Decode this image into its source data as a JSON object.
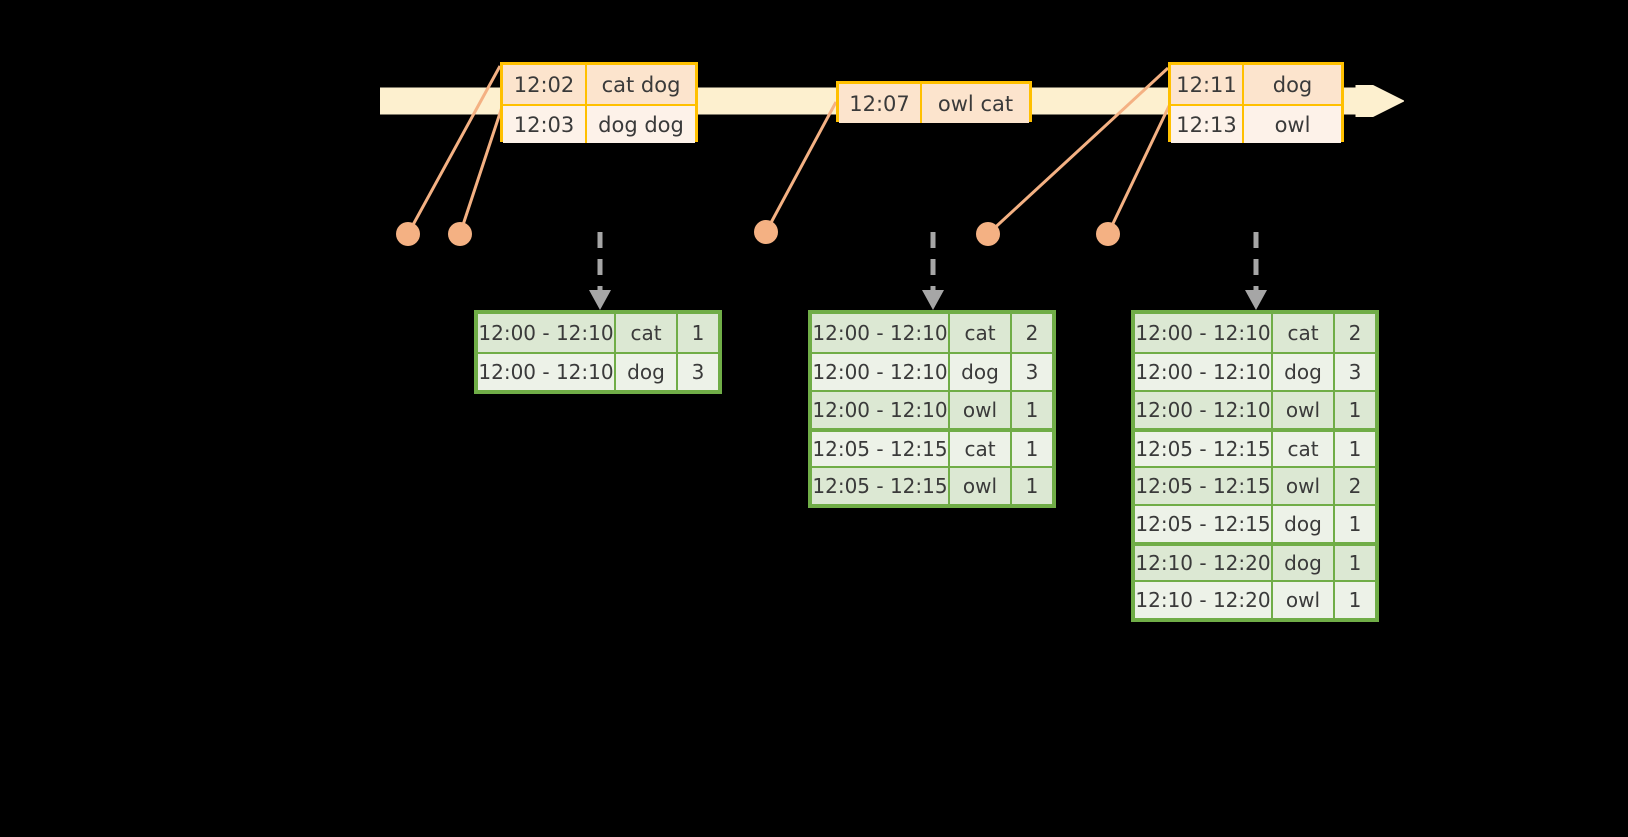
{
  "colors": {
    "background": "#000000",
    "timeline_fill": "#fdf0cf",
    "timeline_stroke": "#ffc000",
    "event_border": "#ffc000",
    "event_fill_dark": "#fce4cd",
    "event_fill_light": "#fdf2e9",
    "dot": "#f4b183",
    "connector_line": "#f4b183",
    "table_border": "#70ad47",
    "table_fill_dark": "#dce8d3",
    "table_fill_light": "#edf2e8",
    "dashed_arrow": "#a6a6a6",
    "text": "#3a3a3a"
  },
  "timeline": {
    "name": "event-stream-timeline",
    "direction_icon": "arrow-right-icon"
  },
  "events": [
    {
      "id": "event-box-1",
      "rows": [
        {
          "time": "12:02",
          "words": "cat dog"
        },
        {
          "time": "12:03",
          "words": "dog dog"
        }
      ]
    },
    {
      "id": "event-box-2",
      "rows": [
        {
          "time": "12:07",
          "words": "owl cat"
        }
      ]
    },
    {
      "id": "event-box-3",
      "rows": [
        {
          "time": "12:11",
          "words": "dog"
        },
        {
          "time": "12:13",
          "words": "owl"
        }
      ]
    }
  ],
  "dots": [
    {
      "name": "event-marker-1"
    },
    {
      "name": "event-marker-2"
    },
    {
      "name": "event-marker-3"
    },
    {
      "name": "event-marker-4"
    },
    {
      "name": "event-marker-5"
    }
  ],
  "results": [
    {
      "id": "result-table-1",
      "name": "window-results-after-1203",
      "rows": [
        {
          "window": "12:00 - 12:10",
          "word": "cat",
          "count": "1",
          "group": 0
        },
        {
          "window": "12:00 - 12:10",
          "word": "dog",
          "count": "3",
          "group": 0
        }
      ]
    },
    {
      "id": "result-table-2",
      "name": "window-results-after-1207",
      "rows": [
        {
          "window": "12:00 - 12:10",
          "word": "cat",
          "count": "2",
          "group": 0
        },
        {
          "window": "12:00 - 12:10",
          "word": "dog",
          "count": "3",
          "group": 0
        },
        {
          "window": "12:00 - 12:10",
          "word": "owl",
          "count": "1",
          "group": 0
        },
        {
          "window": "12:05 - 12:15",
          "word": "cat",
          "count": "1",
          "group": 1
        },
        {
          "window": "12:05 - 12:15",
          "word": "owl",
          "count": "1",
          "group": 1
        }
      ]
    },
    {
      "id": "result-table-3",
      "name": "window-results-after-1213",
      "rows": [
        {
          "window": "12:00 - 12:10",
          "word": "cat",
          "count": "2",
          "group": 0
        },
        {
          "window": "12:00 - 12:10",
          "word": "dog",
          "count": "3",
          "group": 0
        },
        {
          "window": "12:00 - 12:10",
          "word": "owl",
          "count": "1",
          "group": 0
        },
        {
          "window": "12:05 - 12:15",
          "word": "cat",
          "count": "1",
          "group": 1
        },
        {
          "window": "12:05 - 12:15",
          "word": "owl",
          "count": "2",
          "group": 1
        },
        {
          "window": "12:05 - 12:15",
          "word": "dog",
          "count": "1",
          "group": 1
        },
        {
          "window": "12:10 - 12:20",
          "word": "dog",
          "count": "1",
          "group": 2
        },
        {
          "window": "12:10 - 12:20",
          "word": "owl",
          "count": "1",
          "group": 2
        }
      ]
    }
  ]
}
